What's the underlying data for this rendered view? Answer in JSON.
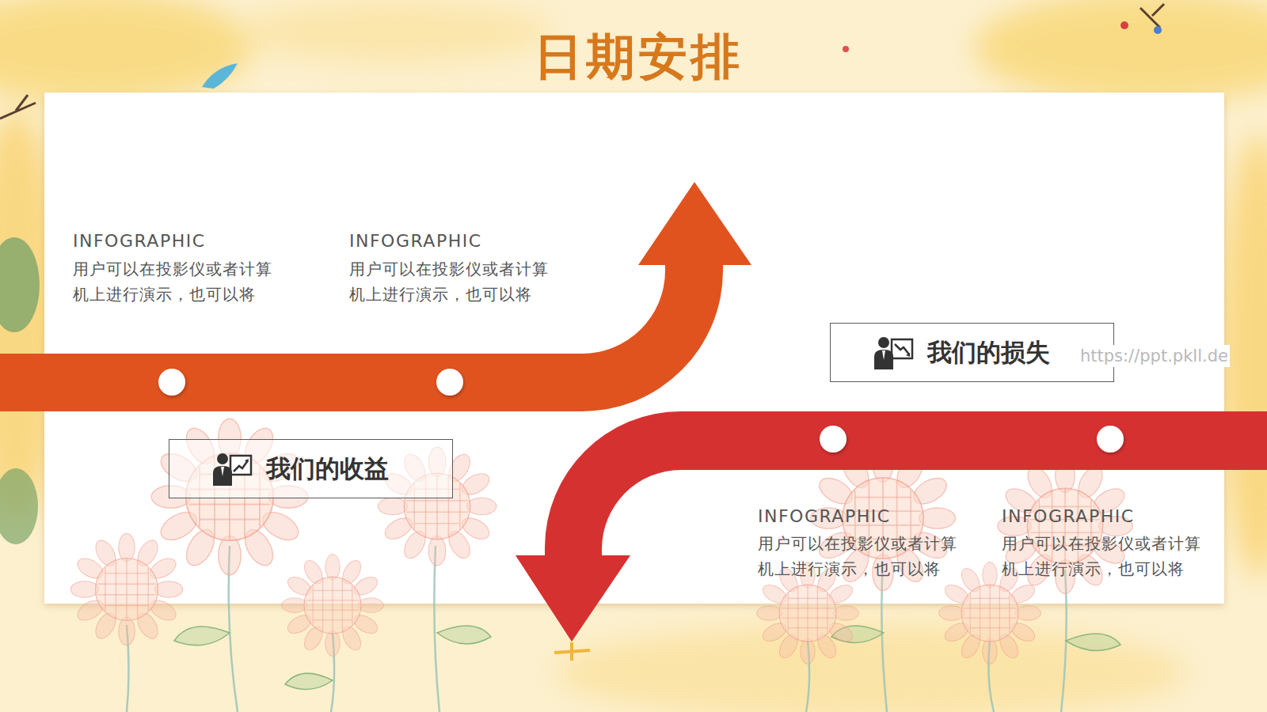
{
  "diagram": {
    "title": "日期安排",
    "nodes": [
      {
        "text": [
          "我们的收益"
        ]
      },
      {
        "text": [
          "我们的损失"
        ]
      }
    ],
    "labels": [
      "INFOGRAPHIC",
      "用户可以在投影仪或者计算机上进行演示，也可以将",
      "INFOGRAPHIC",
      "用户可以在投影仪或者计算机上进行演示，也可以将",
      "INFOGRAPHIC",
      "用户可以在投影仪或者计算机上进行演示，也可以将",
      "INFOGRAPHIC",
      "用户可以在投影仪或者计算机上进行演示，也可以将",
      "https://ppt.pkll.de"
    ]
  }
}
